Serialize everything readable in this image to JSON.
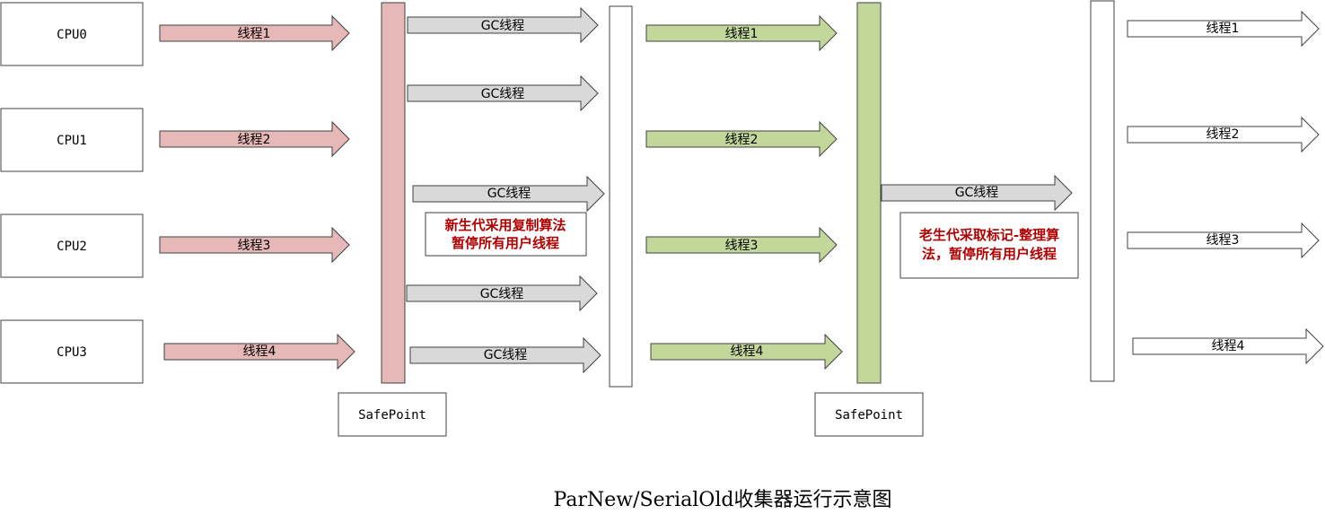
{
  "cpus": [
    "CPU0",
    "CPU1",
    "CPU2",
    "CPU3"
  ],
  "user_threads": [
    "线程1",
    "线程2",
    "线程3",
    "线程4"
  ],
  "gc_thread_label": "GC线程",
  "safepoints": [
    "SafePoint",
    "SafePoint"
  ],
  "notes": {
    "young_gen": [
      "新生代采用复制算法",
      "暂停所有用户线程"
    ],
    "old_gen": [
      "老生代采取标记-整理算",
      "法，暂停所有用户线程"
    ]
  },
  "caption": "ParNew/SerialOld收集器运行示意图",
  "colors": {
    "phase1_arrow": "#e6b8b7",
    "phase1_bar": "#e6b8b7",
    "gc_arrow": "#d9d9d9",
    "phase3_arrow": "#c4d79b",
    "phase3_bar": "#c4d79b",
    "final_arrow": "#ffffff",
    "note_text": "#b00000",
    "stroke": "#404040"
  }
}
